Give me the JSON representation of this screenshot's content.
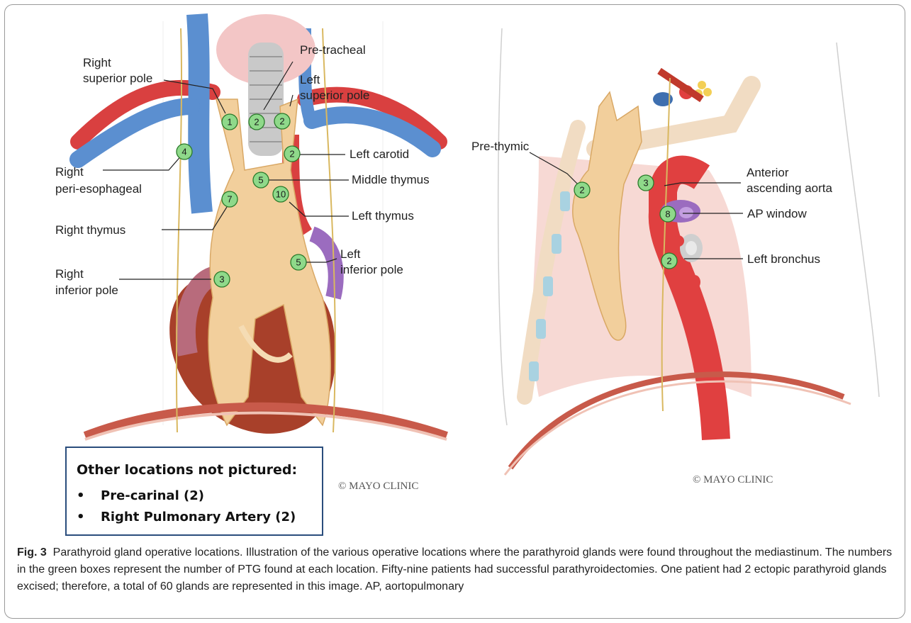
{
  "figure": {
    "left_panel": {
      "labels": {
        "right_superior_pole_1": "Right",
        "right_superior_pole_2": "superior pole",
        "pre_tracheal": "Pre-tracheal",
        "left_superior_pole_1": "Left",
        "left_superior_pole_2": "superior pole",
        "left_carotid": "Left carotid",
        "right_peri_esophageal_1": "Right",
        "right_peri_esophageal_2": "peri-esophageal",
        "middle_thymus": "Middle thymus",
        "left_thymus": "Left thymus",
        "right_thymus": "Right thymus",
        "left_inferior_pole_1": "Left",
        "left_inferior_pole_2": "inferior pole",
        "right_inferior_pole_1": "Right",
        "right_inferior_pole_2": "inferior pole"
      },
      "counts": {
        "right_superior_pole": "1",
        "pre_tracheal": "2",
        "left_superior_pole": "2",
        "right_peri_esophageal": "4",
        "left_carotid": "2",
        "middle_thymus": "5",
        "right_thymus": "7",
        "left_thymus": "10",
        "right_inferior_pole": "3",
        "left_inferior_pole": "5"
      },
      "watermark": "© MAYO CLINIC"
    },
    "right_panel": {
      "labels": {
        "pre_thymic": "Pre-thymic",
        "anterior_ascending_aorta_1": "Anterior",
        "anterior_ascending_aorta_2": "ascending aorta",
        "ap_window": "AP window",
        "left_bronchus": "Left bronchus"
      },
      "counts": {
        "pre_thymic": "2",
        "anterior_ascending_aorta": "3",
        "ap_window": "8",
        "left_bronchus": "2"
      },
      "watermark": "© MAYO CLINIC"
    },
    "legend": {
      "title": "Other locations not pictured:",
      "bullet": "•",
      "items": [
        "Pre-carinal (2)",
        "Right Pulmonary Artery (2)"
      ]
    },
    "colors": {
      "count_badge": "#8fd98a",
      "thymus": "#f2cf9c",
      "vein": "#5b8fd0",
      "artery": "#e04040",
      "heart": "#a8402a"
    }
  },
  "caption": {
    "label": "Fig. 3",
    "text": "Parathyroid gland operative locations. Illustration of the various operative locations where the parathyroid glands were found throughout the mediastinum. The numbers in the green boxes represent the number of PTG found at each location. Fifty-nine patients had successful parathyroidectomies. One patient had 2 ectopic parathyroid glands excised; therefore, a total of 60 glands are represented in this image. AP, aortopulmonary"
  }
}
